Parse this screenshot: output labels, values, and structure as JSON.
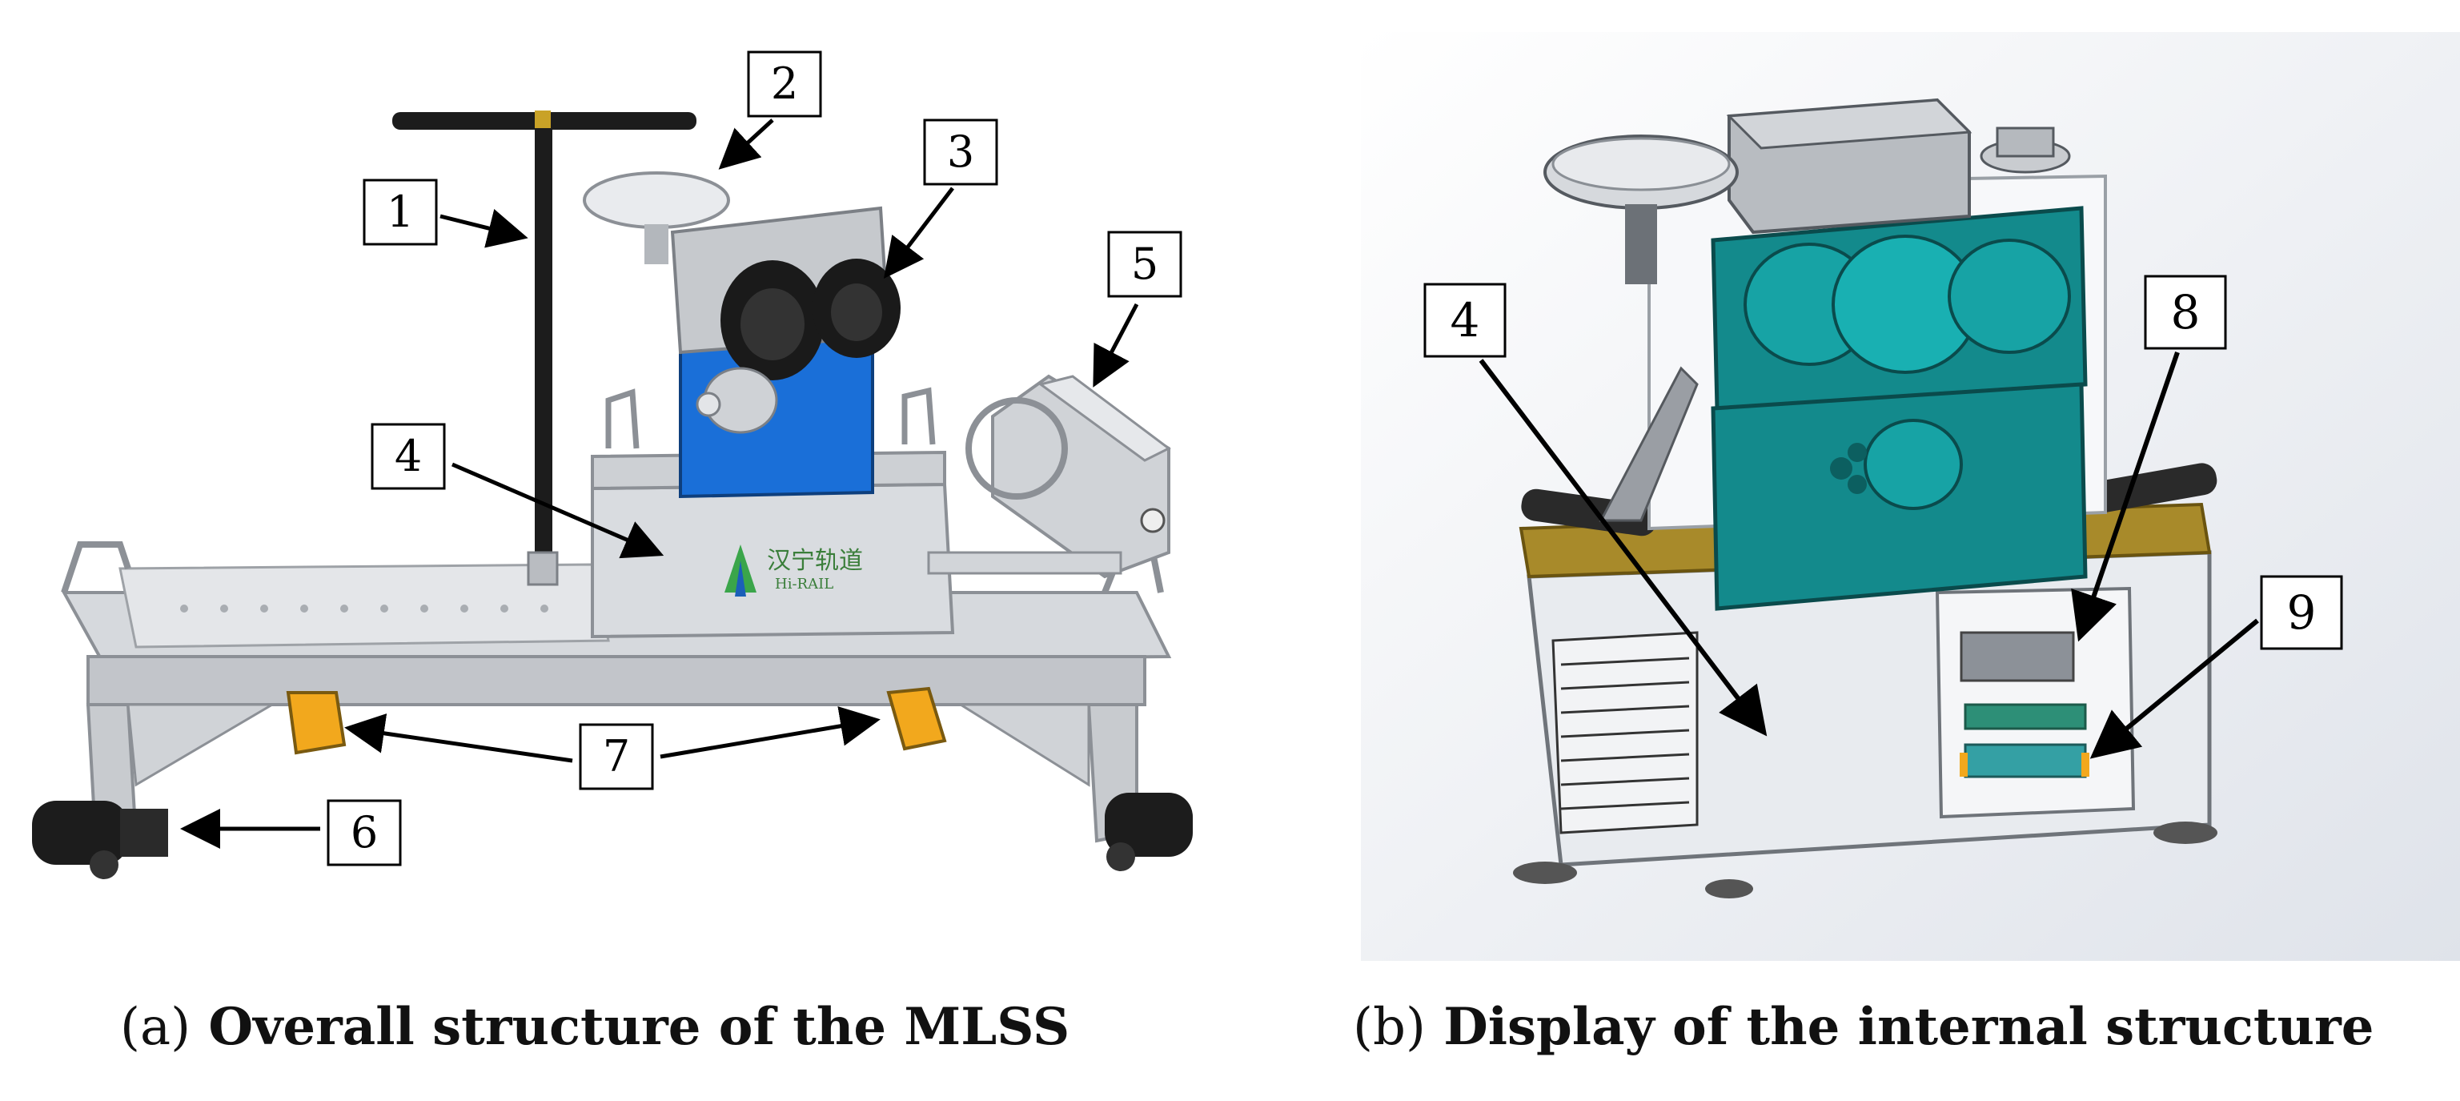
{
  "panel_a": {
    "caption_tag": "(a)",
    "caption_text": " Overall structure of the MLSS",
    "callouts": [
      "1",
      "2",
      "3",
      "4",
      "5",
      "6",
      "7"
    ],
    "logo_text": "汉宁轨道",
    "logo_subtext": "Hi-RAIL"
  },
  "panel_b": {
    "caption_tag": "(b)",
    "caption_text": " Display of the internal structure",
    "callouts": [
      "4",
      "8",
      "9"
    ]
  },
  "colors": {
    "frame": "#c9ccd0",
    "camera_blue": "#1a6fd8",
    "teal": "#138a8c",
    "gold": "#a88a2a",
    "orange": "#f2a81d"
  }
}
